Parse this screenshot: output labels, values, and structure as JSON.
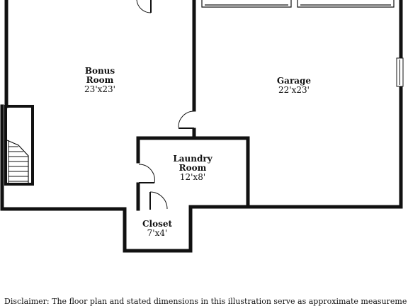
{
  "rooms": {
    "bonus": {
      "name_line1": "Bonus",
      "name_line2": "Room",
      "dims": "23'x23'"
    },
    "garage": {
      "name": "Garage",
      "dims": "22'x23'"
    },
    "laundry": {
      "name_line1": "Laundry",
      "name_line2": "Room",
      "dims": "12'x8'"
    },
    "closet": {
      "name": "Closet",
      "dims": "7'x4'"
    }
  },
  "disclaimer": "Disclaimer: The floor plan and stated dimensions in this illustration serve as approximate measurements.",
  "colors": {
    "wall": "#111111",
    "background": "#ffffff"
  }
}
